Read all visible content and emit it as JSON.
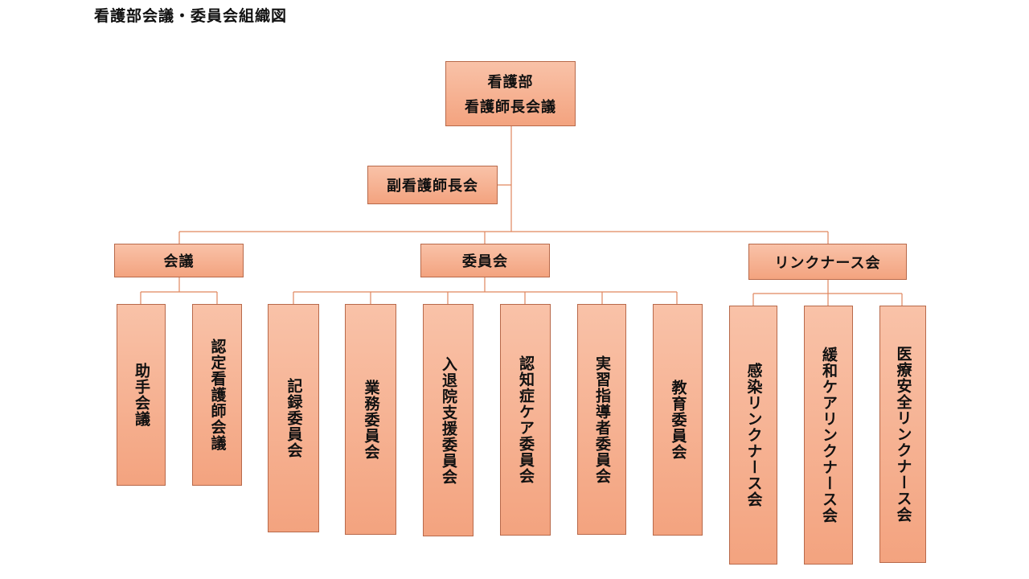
{
  "title": "看護部会議・委員会組織図",
  "root": {
    "line1": "看護部",
    "line2": "看護師長会議"
  },
  "deputy": "副看護師長会",
  "groups": [
    {
      "label": "会議",
      "children": [
        "助手会議",
        "認定看護師会議"
      ]
    },
    {
      "label": "委員会",
      "children": [
        "記録委員会",
        "業務委員会",
        "入退院支援委員会",
        "認知症ケア委員会",
        "実習指導者委員会",
        "教育委員会"
      ]
    },
    {
      "label": "リンクナース会",
      "children": [
        "感染リンクナース会",
        "緩和ケアリンクナース会",
        "医療安全リンクナース会"
      ]
    }
  ],
  "colors": {
    "box_top": "#f9c2a8",
    "box_bottom": "#f3a37f",
    "border": "#b8694a",
    "line": "#e0865e"
  }
}
